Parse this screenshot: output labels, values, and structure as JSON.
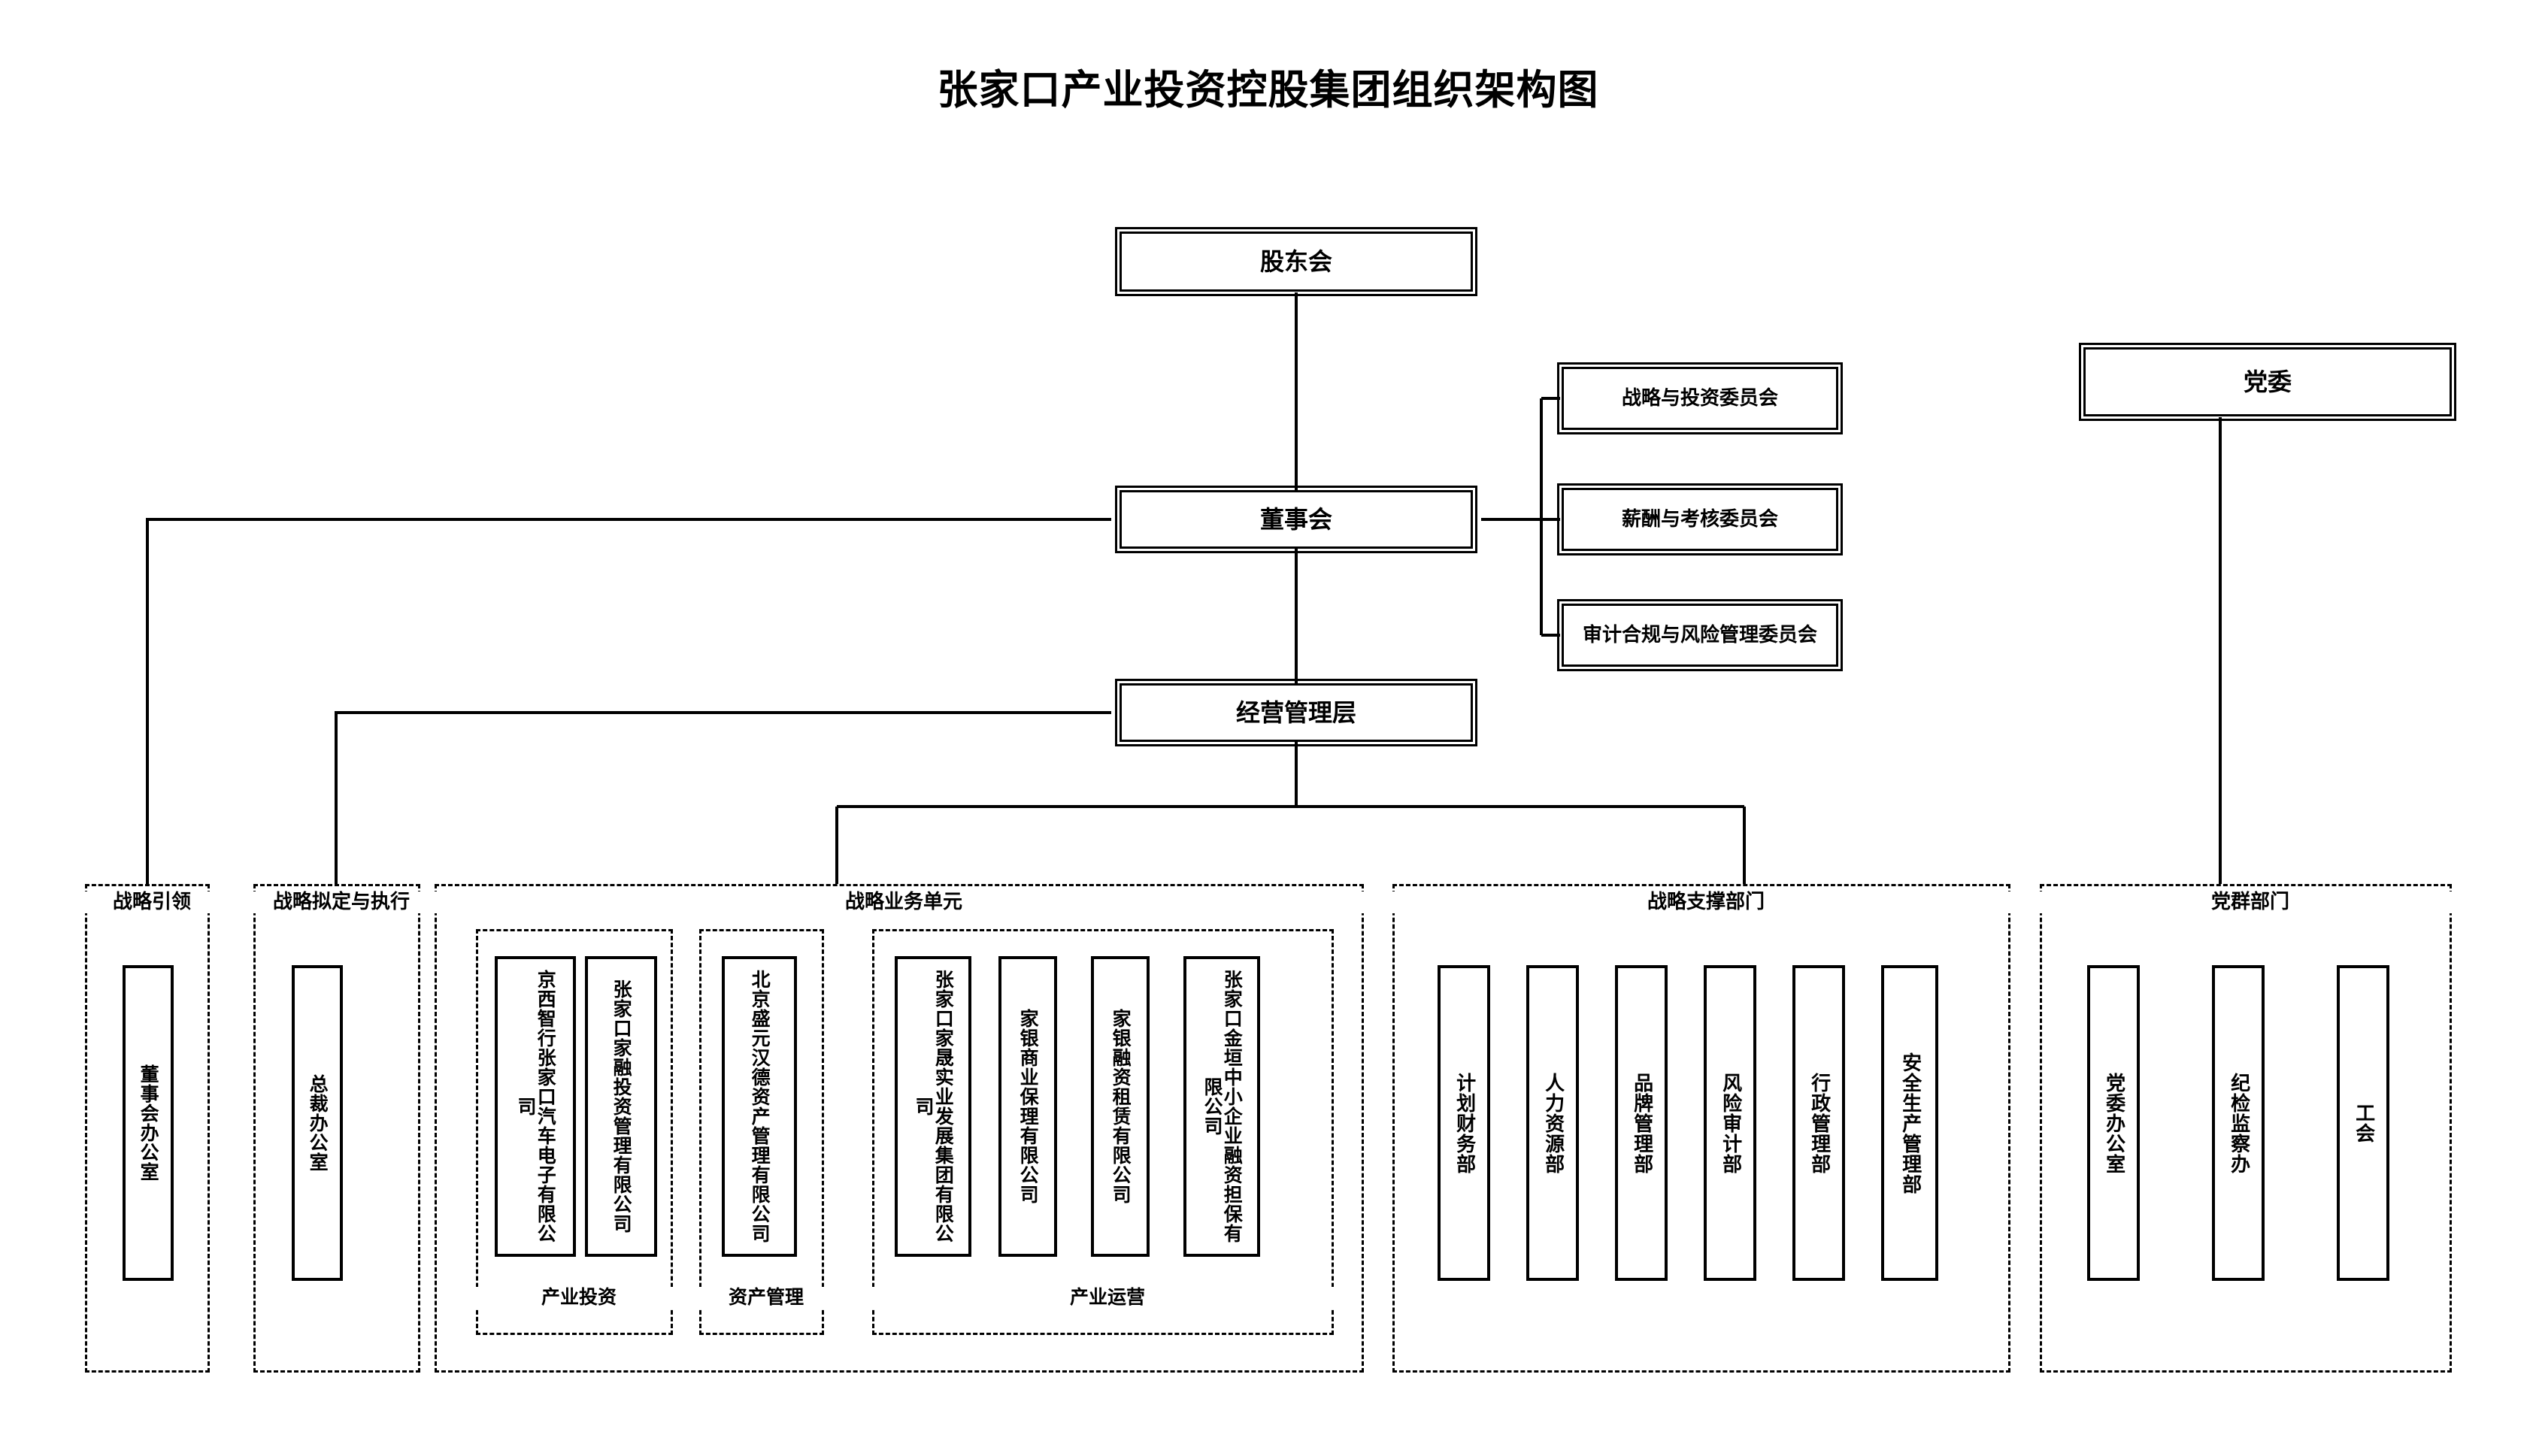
{
  "title": "张家口产业投资控股集团组织架构图",
  "governance": {
    "shareholders": "股东会",
    "board": "董事会",
    "management": "经营管理层",
    "party_committee": "党委"
  },
  "committees": [
    {
      "label": "战略与投资委员会"
    },
    {
      "label": "薪酬与考核委员会"
    },
    {
      "label": "审计合规与风险管理委员会"
    }
  ],
  "groups": {
    "strategy_lead": {
      "label": "战略引领",
      "nodes": [
        {
          "label": "董事会办公室"
        }
      ]
    },
    "strategy_exec": {
      "label": "战略拟定与执行",
      "nodes": [
        {
          "label": "总裁办公室"
        }
      ]
    },
    "business_units": {
      "label": "战略业务单元",
      "subgroups": [
        {
          "label": "产业投资",
          "nodes": [
            {
              "label": "京西智行张家口汽车电子有限公司"
            },
            {
              "label": "张家口家融投资管理有限公司"
            }
          ]
        },
        {
          "label": "资产管理",
          "nodes": [
            {
              "label": "北京盛元汉德资产管理有限公司"
            }
          ]
        },
        {
          "label": "产业运营",
          "nodes": [
            {
              "label": "张家口家晟实业发展集团有限公司"
            },
            {
              "label": "家银商业保理有限公司"
            },
            {
              "label": "家银融资租赁有限公司"
            },
            {
              "label": "张家口金垣中小企业融资担保有限公司"
            }
          ]
        }
      ]
    },
    "support_depts": {
      "label": "战略支撑部门",
      "nodes": [
        {
          "label": "计划财务部"
        },
        {
          "label": "人力资源部"
        },
        {
          "label": "品牌管理部"
        },
        {
          "label": "风险审计部"
        },
        {
          "label": "行政管理部"
        },
        {
          "label": "安全生产管理部"
        }
      ]
    },
    "party_depts": {
      "label": "党群部门",
      "nodes": [
        {
          "label": "党委办公室"
        },
        {
          "label": "纪检监察办"
        },
        {
          "label": "工会"
        }
      ]
    }
  },
  "colors": {
    "line": "#000000",
    "background": "#ffffff",
    "text": "#000000"
  }
}
